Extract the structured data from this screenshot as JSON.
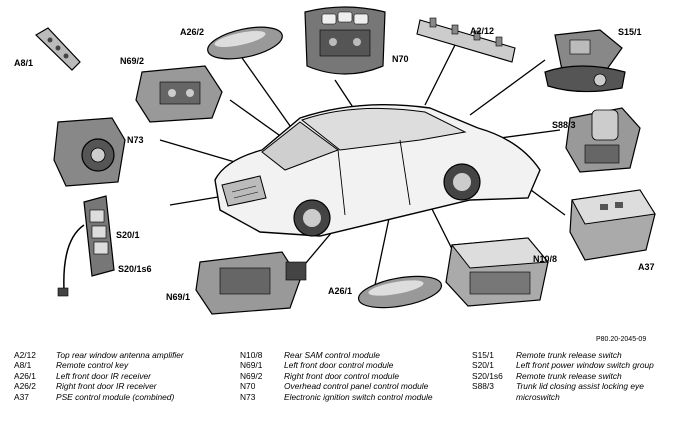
{
  "callouts": {
    "a8_1": "A8/1",
    "a26_2": "A26/2",
    "n70": "N70",
    "a2_12": "A2/12",
    "s15_1": "S15/1",
    "n69_2": "N69/2",
    "n73": "N73",
    "s88_3": "S88/3",
    "s20_1": "S20/1",
    "s20_1s6": "S20/1s6",
    "a37": "A37",
    "n10_8": "N10/8",
    "n69_1": "N69/1",
    "a26_1": "A26/1"
  },
  "reference_code": "P80.20-2045-09",
  "legend": {
    "col1": [
      {
        "code": "A2/12",
        "desc": "Top rear window antenna amplifier"
      },
      {
        "code": "A8/1",
        "desc": "Remote control key"
      },
      {
        "code": "A26/1",
        "desc": "Left front door IR receiver"
      },
      {
        "code": "A26/2",
        "desc": "Right front door IR receiver"
      },
      {
        "code": "A37",
        "desc": "PSE control module (combined)"
      }
    ],
    "col2": [
      {
        "code": "N10/8",
        "desc": "Rear SAM control module"
      },
      {
        "code": "N69/1",
        "desc": "Left front door control module"
      },
      {
        "code": "N69/2",
        "desc": "Right front door control module"
      },
      {
        "code": "N70",
        "desc": "Overhead control panel control module"
      },
      {
        "code": "N73",
        "desc": "Electronic ignition switch control module"
      }
    ],
    "col3": [
      {
        "code": "S15/1",
        "desc": "Remote trunk release switch"
      },
      {
        "code": "S20/1",
        "desc": "Left front power window switch group"
      },
      {
        "code": "S20/1s6",
        "desc": "Remote trunk release switch"
      },
      {
        "code": "S88/3",
        "desc": "Trunk lid closing assist locking eye microswitch"
      }
    ]
  }
}
